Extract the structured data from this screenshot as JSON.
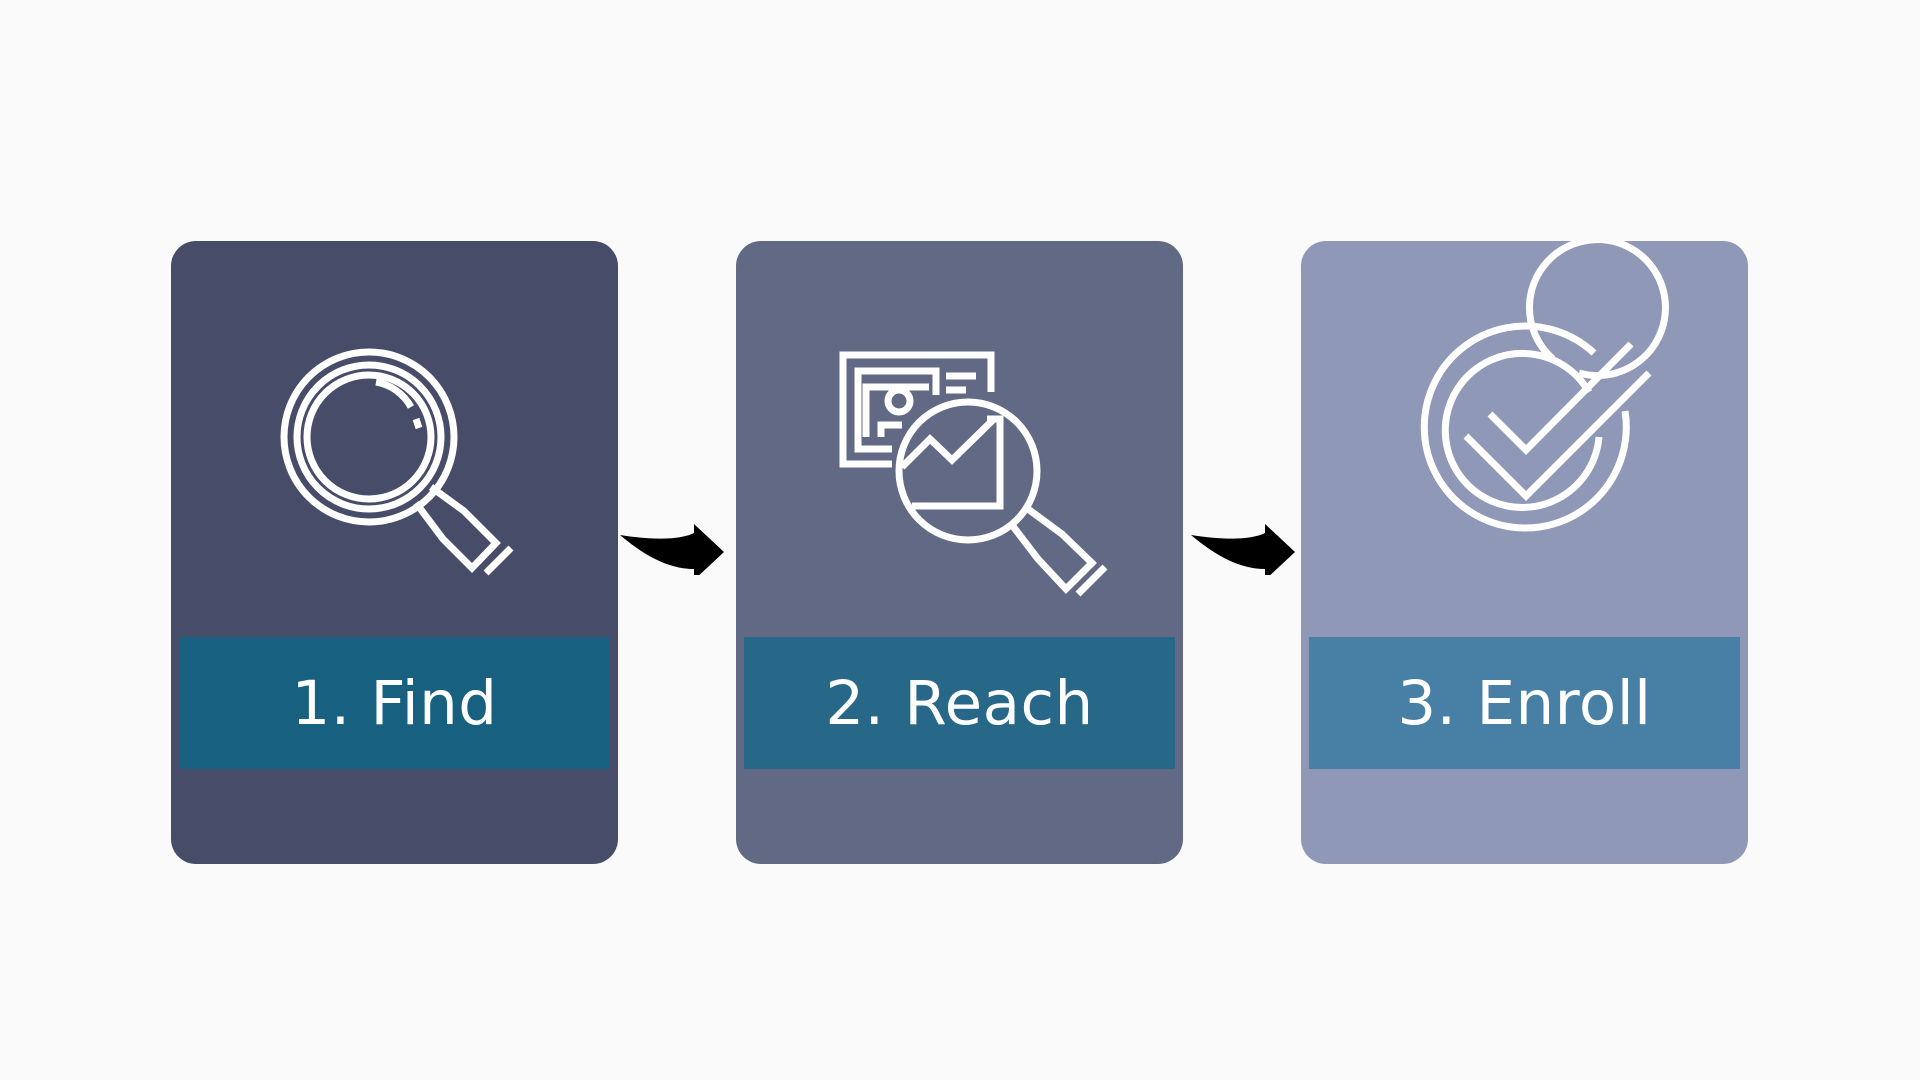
{
  "steps": [
    {
      "label": "1. Find",
      "icon": "magnifier-icon",
      "card_color": "#474c68",
      "band_color": "#176080"
    },
    {
      "label": "2. Reach",
      "icon": "profile-search-icon",
      "card_color": "#626985",
      "band_color": "#276889"
    },
    {
      "label": "3. Enroll",
      "icon": "target-check-icon",
      "card_color": "#8f98b6",
      "band_color": "#4880a5"
    }
  ],
  "arrows": [
    "arrow-right-icon",
    "arrow-right-icon"
  ],
  "colors": {
    "background": "#fafafa",
    "icon_stroke": "#ffffff",
    "label_text": "#ffffff",
    "arrow": "#000000"
  }
}
